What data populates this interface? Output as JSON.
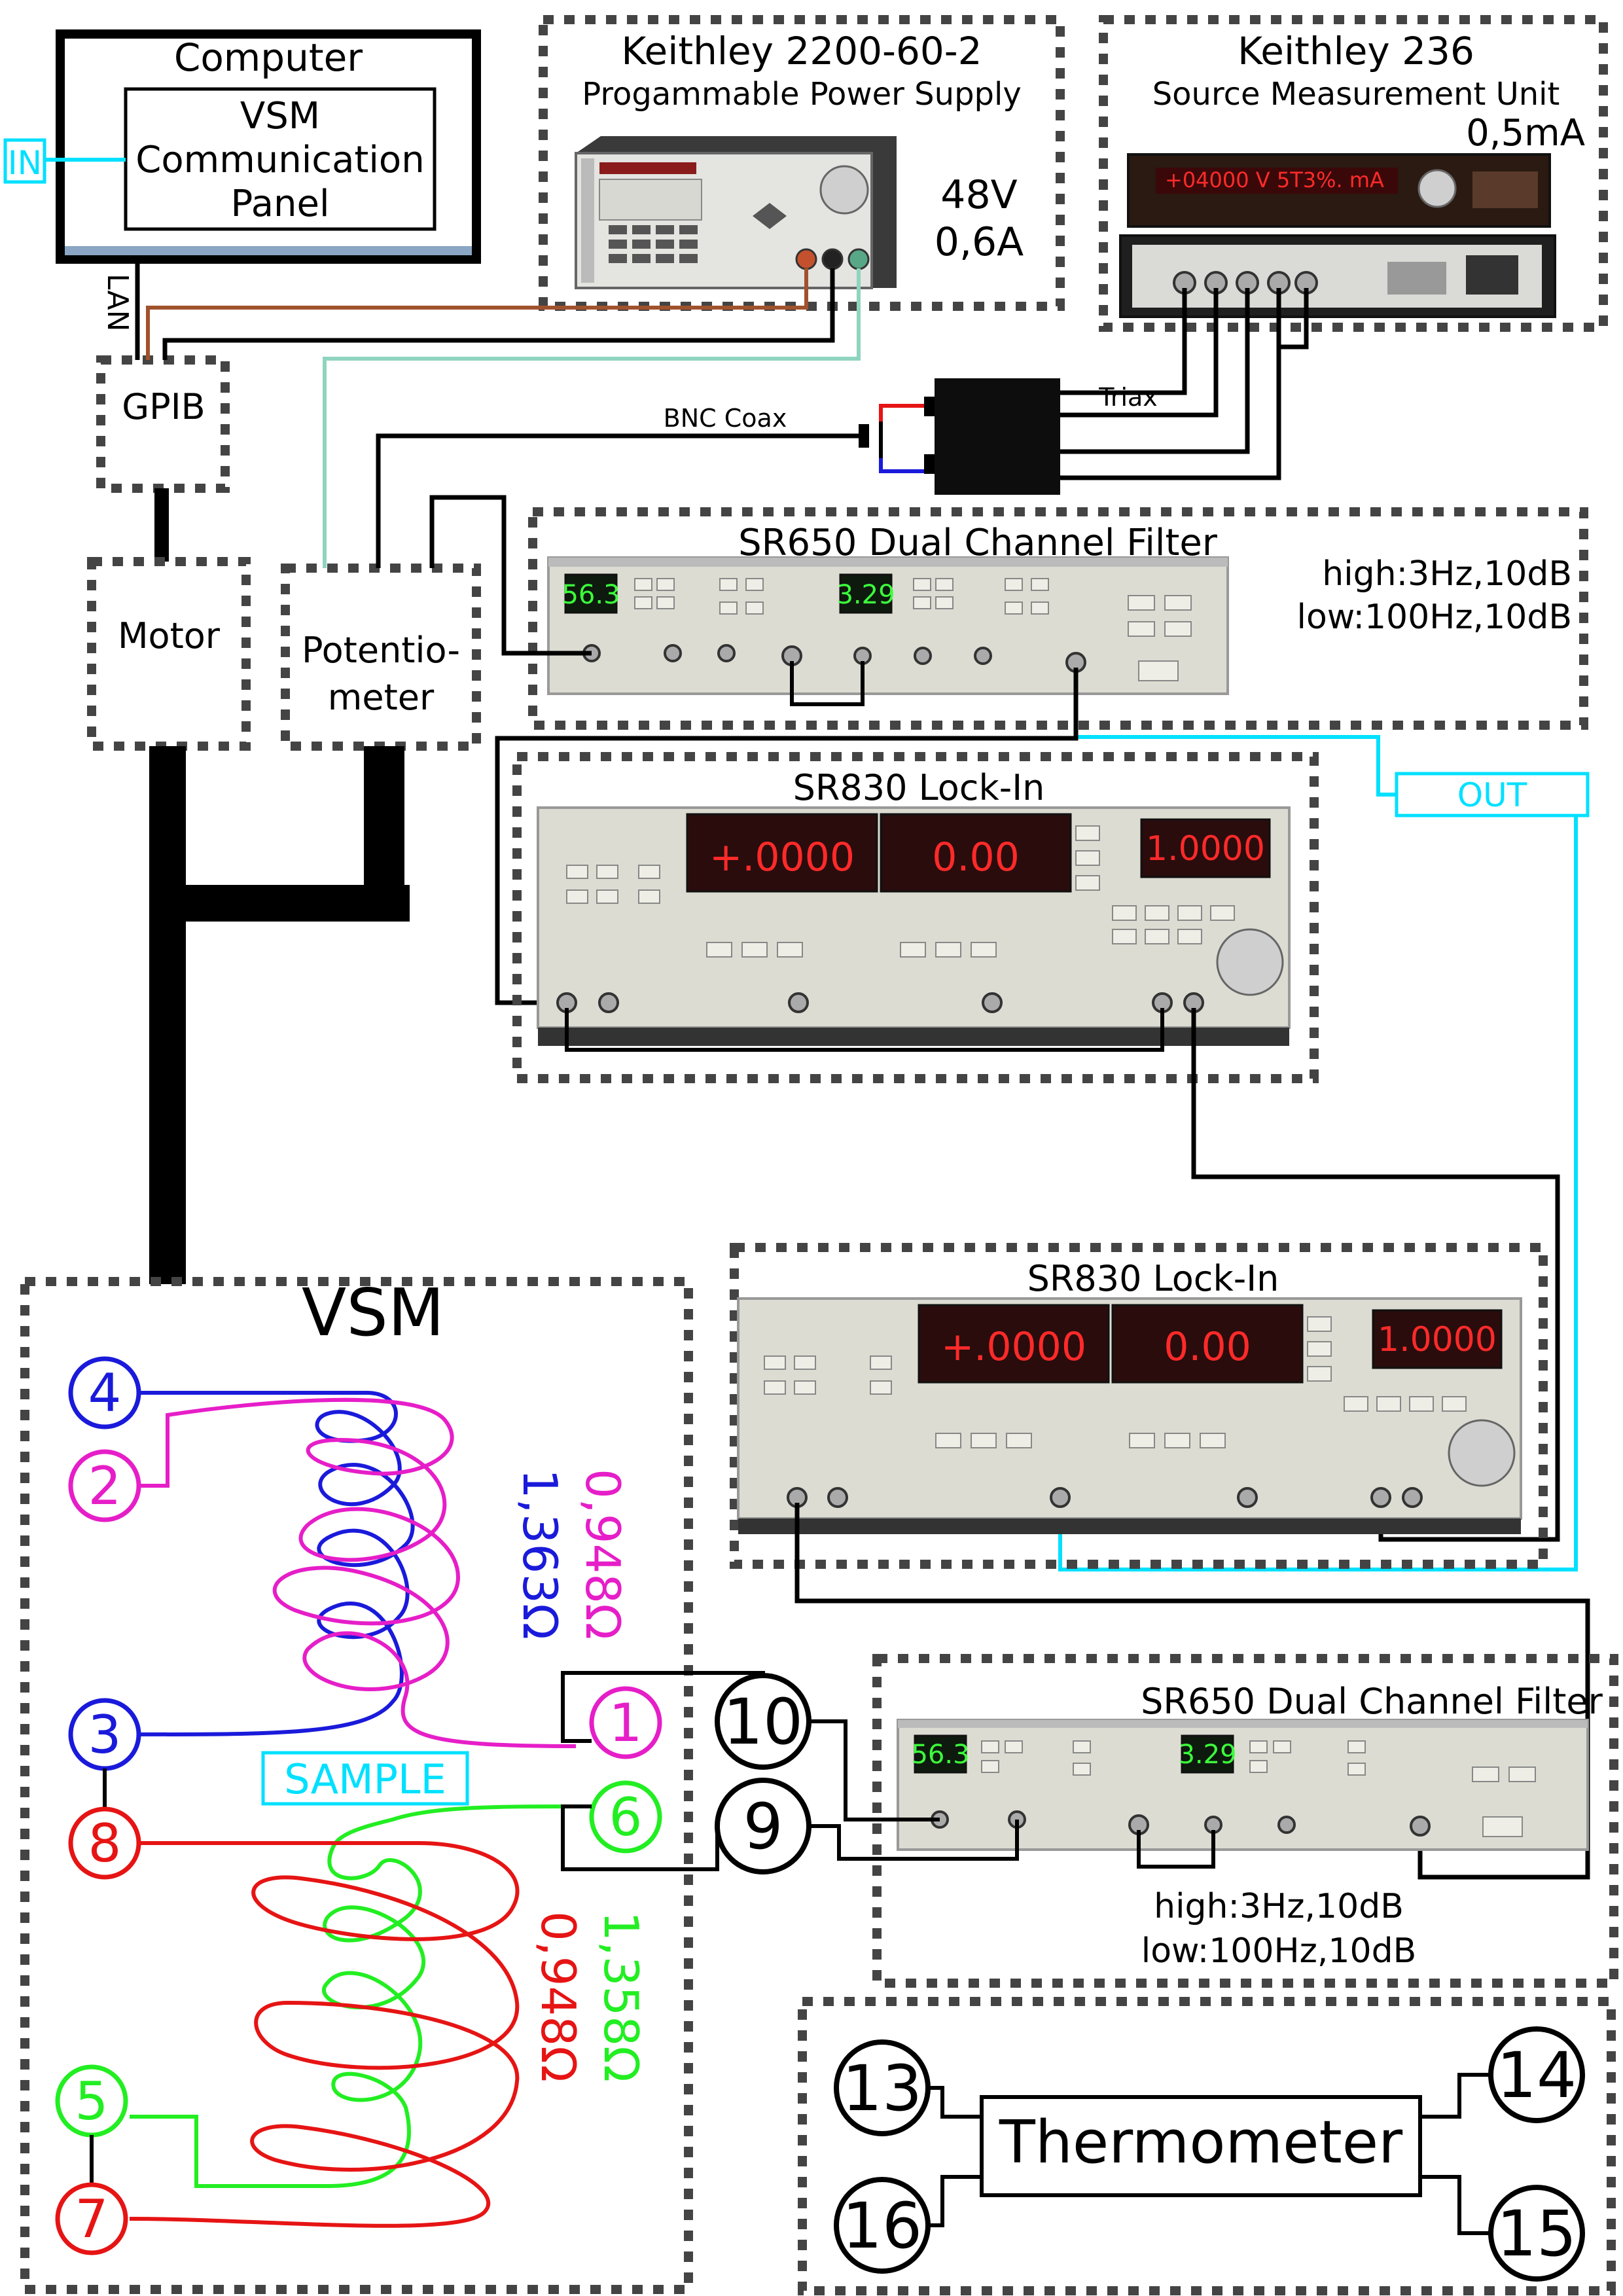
{
  "computer": {
    "title": "Computer",
    "panel_line1": "VSM",
    "panel_line2": "Communication",
    "panel_line3": "Panel",
    "in_label": "IN",
    "lan_label": "LAN"
  },
  "gpib": {
    "label": "GPIB"
  },
  "motor": {
    "label": "Motor"
  },
  "potentiometer": {
    "line1": "Potentio-",
    "line2": "meter"
  },
  "power_supply": {
    "title": "Keithley 2200-60-2",
    "subtitle": "Progammable Power Supply",
    "voltage": "48V",
    "current": "0,6A"
  },
  "smu": {
    "title": "Keithley 236",
    "subtitle": "Source Measurement Unit",
    "current": "0,5mA",
    "display_text": "+04000 V 5Т3%. mA"
  },
  "cables": {
    "bnc": "BNC Coax",
    "triax": "Triax"
  },
  "filter_top": {
    "title": "SR650 Dual Channel Filter",
    "high": "high:3Hz,10dB",
    "low": "low:100Hz,10dB",
    "display1": "56.3",
    "display2": "3.29"
  },
  "out_label": "OUT",
  "lockin_top": {
    "title": "SR830 Lock-In",
    "ch1": "+.0000",
    "ch2": "0.00",
    "ref": "1.0000"
  },
  "lockin_bottom": {
    "title": "SR830 Lock-In",
    "ch1": "+.0000",
    "ch2": "0.00",
    "ref": "1.0000"
  },
  "vsm": {
    "title": "VSM",
    "sample": "SAMPLE",
    "pins": [
      "4",
      "2",
      "3",
      "8",
      "5",
      "7",
      "1",
      "6"
    ],
    "r_magenta": "0,948Ω",
    "r_blue": "1,363Ω",
    "r_green": "1,358Ω",
    "r_red": "0,948Ω"
  },
  "filter_bottom": {
    "title": "SR650 Dual Channel Filter",
    "pins": [
      "10",
      "9"
    ],
    "high": "high:3Hz,10dB",
    "low": "low:100Hz,10dB",
    "display1": "56.3",
    "display2": "3.29"
  },
  "thermometer": {
    "label": "Thermometer",
    "pins": [
      "13",
      "14",
      "16",
      "15"
    ]
  },
  "colors": {
    "cyan": "#00e0ff",
    "blue": "#1a1adb",
    "magenta": "#e61ec8",
    "green": "#22ee22",
    "red": "#e61414",
    "brown": "#a0522d",
    "teal": "#8fd4be",
    "box": "#444444"
  }
}
